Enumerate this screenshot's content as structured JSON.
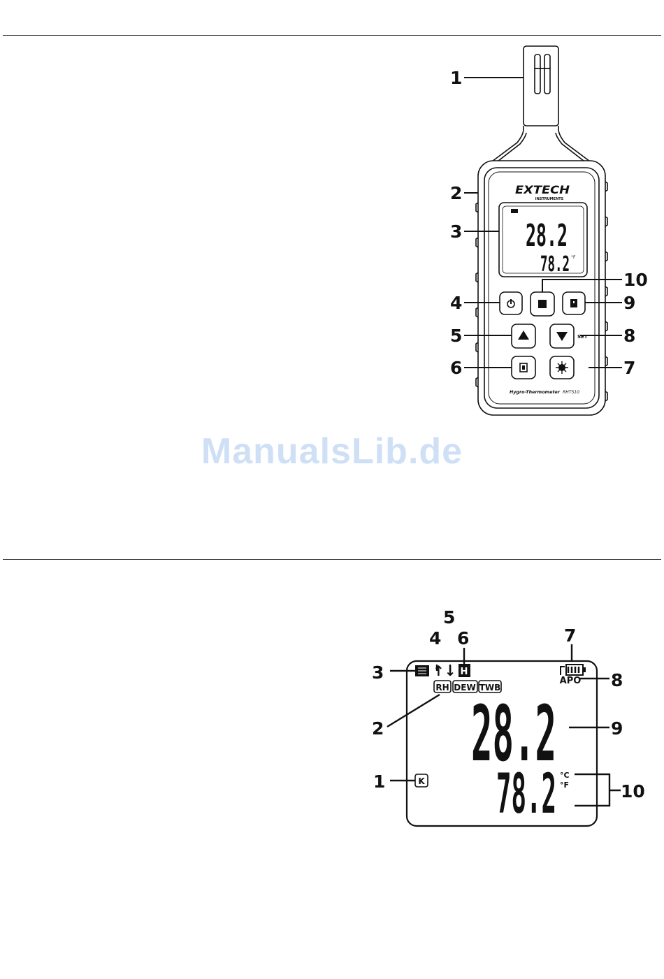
{
  "device": {
    "brand": "EXTECH",
    "brand_sub": "INSTRUMENTS",
    "model_label": "Hygro-Thermometer",
    "model_number": "RHT510",
    "primary_reading": "28.2",
    "secondary_reading": "78.2",
    "unit": "°F",
    "set_label": "SET",
    "callouts": [
      "1",
      "2",
      "3",
      "4",
      "5",
      "6",
      "7",
      "8",
      "9",
      "10"
    ]
  },
  "watermark": "ManualsLib.de",
  "lcd": {
    "primary_reading": "28.2",
    "secondary_reading": "78.2",
    "rh_label": "RH",
    "dew_label": "DEW",
    "twb_label": "TWB",
    "hold_label": "H",
    "apo_label": "APO",
    "k_label": "K",
    "celsius_label": "°C",
    "fahrenheit_label": "°F",
    "arrows_label": "↑↓",
    "callouts": [
      "1",
      "2",
      "3",
      "4",
      "5",
      "6",
      "7",
      "8",
      "9",
      "10"
    ]
  }
}
